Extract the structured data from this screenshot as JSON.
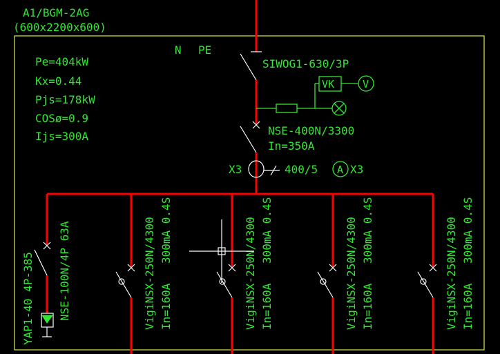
{
  "panel": {
    "name": "A1/BGM-2AG",
    "size": "(600x2200x600)"
  },
  "load": {
    "pe": "Pe=404kW",
    "kx": "Kx=0.44",
    "pjs": "Pjs=178kW",
    "cos": "COSø=0.9",
    "ijs": "Ijs=300A"
  },
  "incoming": {
    "n_label": "N",
    "pe_label": "PE",
    "switch_model": "SIWOG1-630/3P",
    "vk_label": "VK",
    "v_label": "V",
    "breaker_model": "NSE-400N/3300",
    "breaker_rating": "In=350A",
    "ct_prefix": "X3",
    "ct_ratio": "400/5",
    "ammeter_label": "A",
    "ammeter_suffix": "X3"
  },
  "spd": {
    "model": "YAP1-40  4P-385",
    "breaker": "NSE-100N/4P 63A"
  },
  "outgoing": [
    {
      "model": "VigiNSX-250N/4300",
      "rcd": "300mA 0.4S",
      "rating": "In=160A"
    },
    {
      "model": "VigiNSX-250N/4300",
      "rcd": "300mA 0.4S",
      "rating": "In=160A"
    },
    {
      "model": "VigiNSX-250N/4300",
      "rcd": "300mA 0.4S",
      "rating": "In=160A"
    },
    {
      "model": "VigiNSX-250N/4300",
      "rcd": "300mA 0.4S",
      "rating": "In=160A"
    }
  ],
  "colors": {
    "background": "#000000",
    "busbar": "#ff0000",
    "symbols": "#ffffff",
    "text": "#33e633",
    "frame": "#e6e64d",
    "cursor": "#ffffff"
  }
}
